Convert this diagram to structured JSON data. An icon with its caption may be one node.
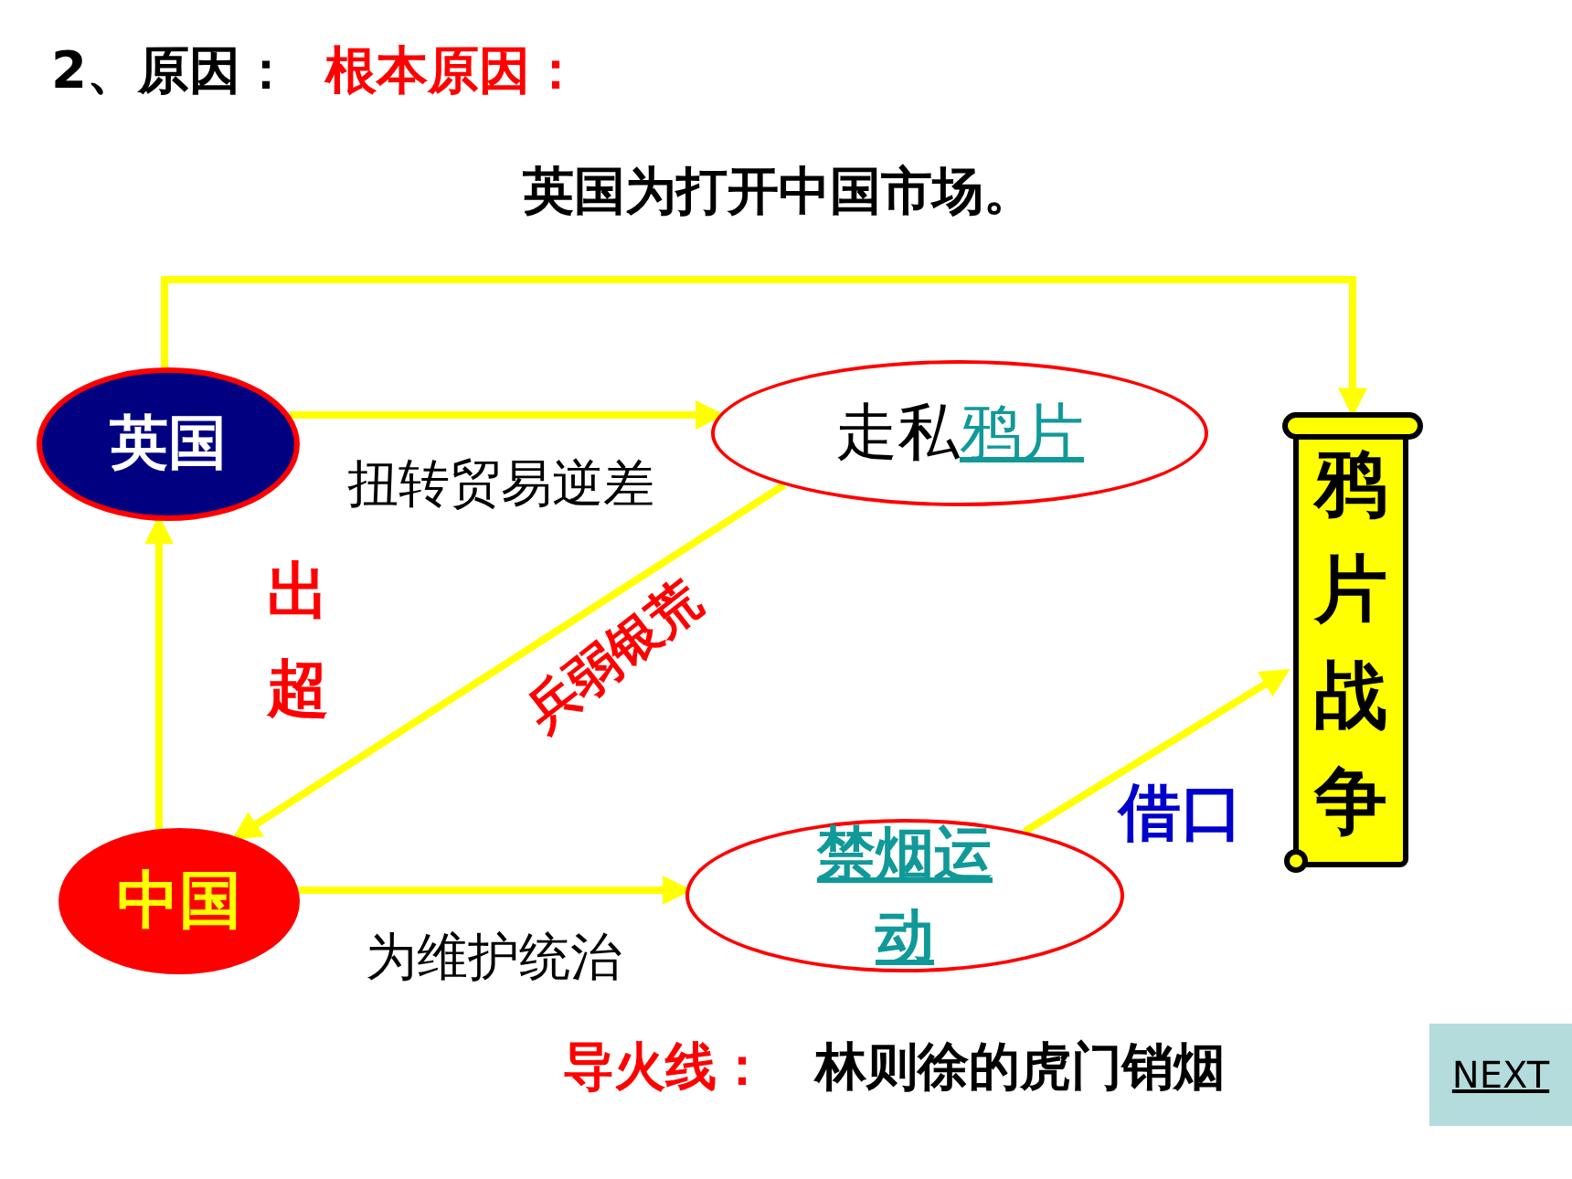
{
  "diagram": {
    "nodes": [
      {
        "text": [
          "英国"
        ]
      },
      {
        "text": [
          "走私",
          "鸦片"
        ]
      },
      {
        "text": [
          "鸦片战争"
        ]
      },
      {
        "text": [
          "中国"
        ]
      },
      {
        "text": [
          "禁烟运动"
        ]
      }
    ],
    "edges": [
      {
        "from": 0,
        "to": 2,
        "arrow": "to"
      },
      {
        "from": 0,
        "to": 1,
        "arrow": "to",
        "label": "扭转贸易逆差"
      },
      {
        "from": 1,
        "to": 3,
        "arrow": "to",
        "label": "兵弱银荒"
      },
      {
        "from": 3,
        "to": 0,
        "arrow": "to",
        "label": "出超"
      },
      {
        "from": 3,
        "to": 4,
        "arrow": "to",
        "label": "为维护统治"
      },
      {
        "from": 4,
        "to": 2,
        "arrow": "to",
        "label": "借口"
      }
    ],
    "labels": [
      "2、原因：",
      "根本原因：",
      "英国为打开中国市场。",
      "导火线：",
      "林则徐的虎门销烟",
      "NEXT"
    ]
  }
}
